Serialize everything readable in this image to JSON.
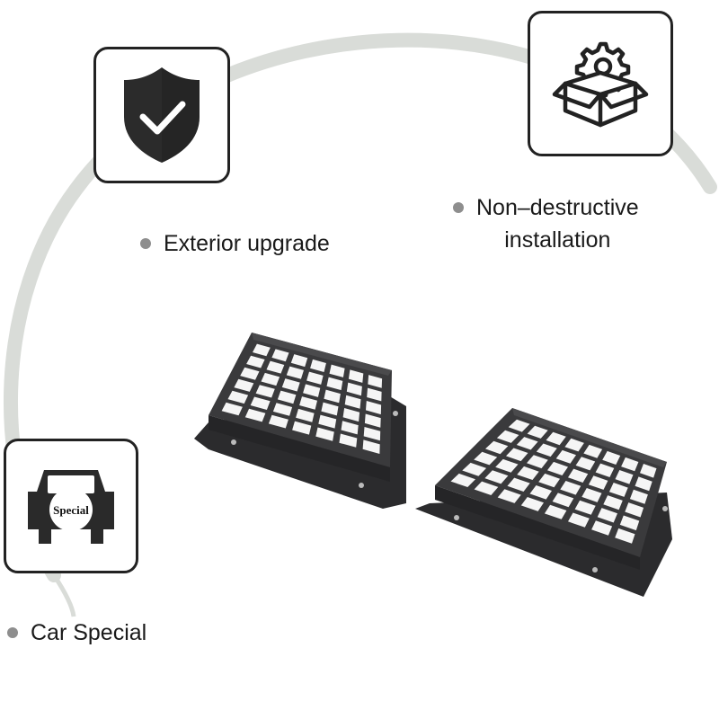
{
  "colors": {
    "arc": "#d9dcd8",
    "icon_stroke": "#222222",
    "bullet": "#8e8e8e",
    "product_dark": "#2b2b2d",
    "product_frame": "#3a3a3c"
  },
  "features": {
    "exterior": {
      "label": "Exterior upgrade",
      "icon": "shield-check-icon"
    },
    "installation": {
      "line1": "Non–destructive",
      "line2": "installation",
      "icon": "gear-box-icon"
    },
    "car": {
      "label": "Car Special",
      "icon": "car-front-icon",
      "badge": "Special"
    }
  },
  "product": {
    "name": "vent-grille-pair",
    "count": 2
  }
}
